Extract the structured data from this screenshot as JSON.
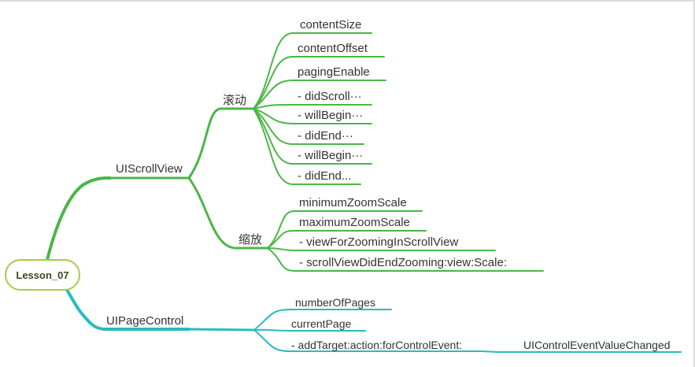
{
  "root": {
    "label": "Lesson_07"
  },
  "branches": {
    "scroll_view": {
      "label": "UIScrollView",
      "scrolling": {
        "label": "滚动",
        "items": [
          "contentSize",
          "contentOffset",
          "pagingEnable",
          "- didScroll···",
          "- willBegin···",
          "- didEnd···",
          "- willBegin···",
          "- didEnd..."
        ]
      },
      "zooming": {
        "label": "缩放",
        "items": [
          "minimumZoomScale",
          "maximumZoomScale",
          "- viewForZoomingInScrollView",
          "- scrollViewDidEndZooming:view:Scale:"
        ]
      }
    },
    "page_control": {
      "label": "UIPageControl",
      "items": [
        "numberOfPages",
        "currentPage",
        "- addTarget:action:forControlEvent:"
      ],
      "event_value": "UIControlEventValueChanged"
    }
  },
  "colors": {
    "green_branch": "#4bb648",
    "teal_branch": "#27bcc0",
    "root_border": "#a6cc4a"
  }
}
